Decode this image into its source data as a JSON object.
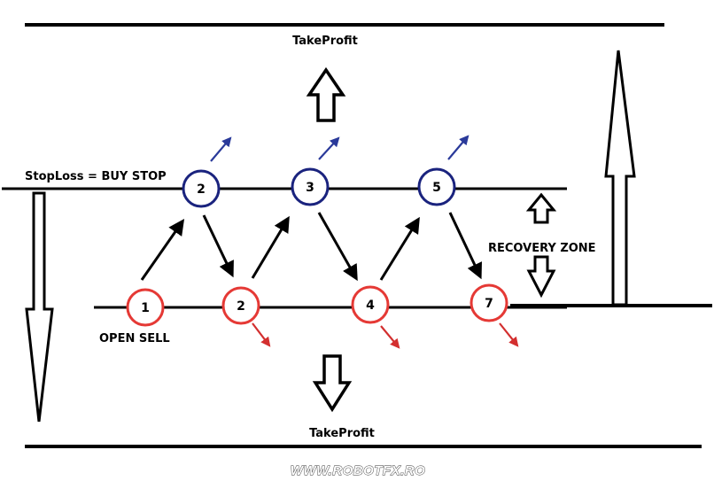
{
  "labels": {
    "take_profit_top": "TakeProfit",
    "take_profit_bottom": "TakeProfit",
    "stop_loss": "StopLoss = BUY STOP",
    "open_sell": "OPEN SELL",
    "recovery_zone": "RECOVERY ZONE",
    "watermark": "WWW.ROBOTFX.RO"
  },
  "buy_nodes": [
    {
      "label": "2"
    },
    {
      "label": "3"
    },
    {
      "label": "5"
    }
  ],
  "sell_nodes": [
    {
      "label": "1"
    },
    {
      "label": "2"
    },
    {
      "label": "4"
    },
    {
      "label": "7"
    }
  ],
  "colors": {
    "buy_circle": "#1a237e",
    "sell_circle": "#e53935",
    "line": "#000000",
    "buy_arrow": "#2a3a9a",
    "sell_arrow": "#d32f2f"
  }
}
